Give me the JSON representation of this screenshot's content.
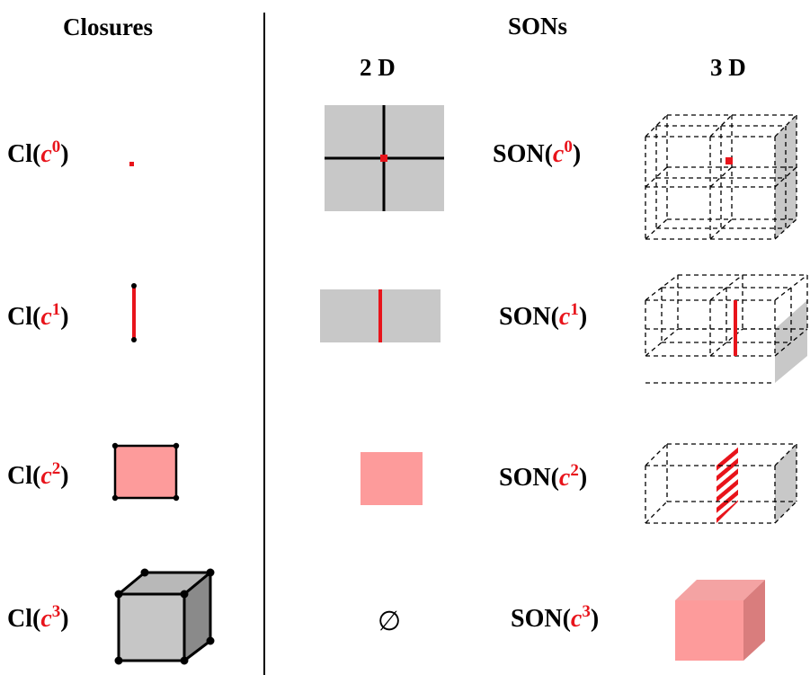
{
  "headers": {
    "closures": "Closures",
    "sons": "SONs",
    "two_d": "2 D",
    "three_d": "3 D"
  },
  "closure_labels": [
    {
      "prefix": "Cl(",
      "var": "c",
      "sup": "0",
      "suffix": ")"
    },
    {
      "prefix": "Cl(",
      "var": "c",
      "sup": "1",
      "suffix": ")"
    },
    {
      "prefix": "Cl(",
      "var": "c",
      "sup": "2",
      "suffix": ")"
    },
    {
      "prefix": "Cl(",
      "var": "c",
      "sup": "3",
      "suffix": ")"
    }
  ],
  "son_labels": [
    {
      "prefix": "SON(",
      "var": "c",
      "sup": "0",
      "suffix": ")"
    },
    {
      "prefix": "SON(",
      "var": "c",
      "sup": "1",
      "suffix": ")"
    },
    {
      "prefix": "SON(",
      "var": "c",
      "sup": "2",
      "suffix": ")"
    },
    {
      "prefix": "SON(",
      "var": "c",
      "sup": "3",
      "suffix": ")"
    }
  ],
  "empty_set_symbol": "∅",
  "colors": {
    "red": "#e8141b",
    "pink": "#fd9b9b",
    "gray": "#c8c8c8",
    "dark_gray": "#8a8a8a",
    "pink_dark": "#d97d7d"
  }
}
